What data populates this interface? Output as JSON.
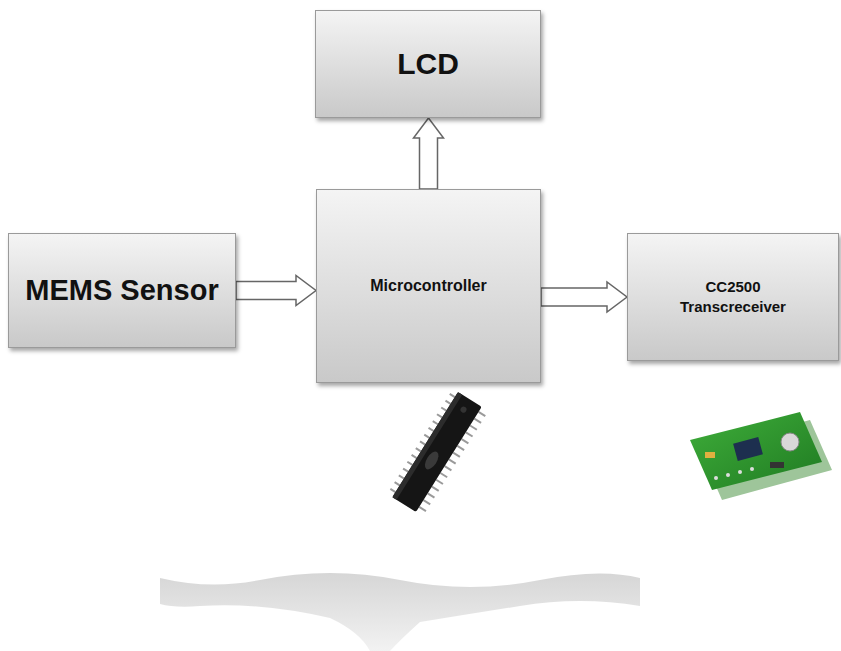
{
  "diagram": {
    "nodes": [
      {
        "text": [
          "LCD"
        ]
      },
      {
        "text": [
          "MEMS Sensor"
        ]
      },
      {
        "text": [
          "Microcontroller"
        ]
      },
      {
        "text": [
          "CC2500 Transcreceiver"
        ]
      }
    ],
    "edges": [
      {
        "from": 1,
        "to": 2,
        "arrow": "to"
      },
      {
        "from": 2,
        "to": 0,
        "arrow": "to"
      },
      {
        "from": 2,
        "to": 3,
        "arrow": "to"
      }
    ]
  }
}
